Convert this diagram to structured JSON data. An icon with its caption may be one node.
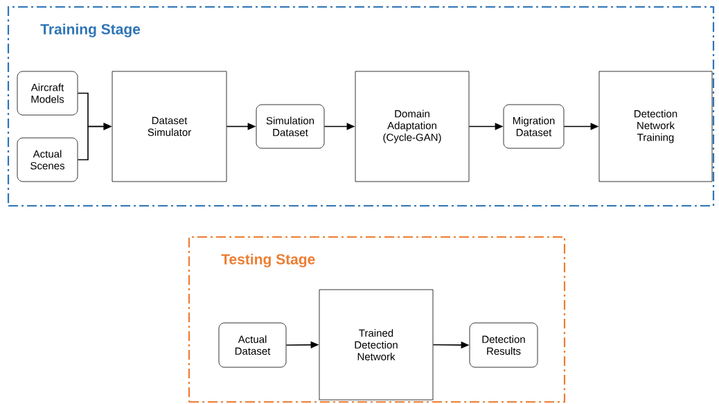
{
  "diagram": {
    "nodes": [
      {
        "text": [
          "Training Stage"
        ]
      },
      {
        "text": [
          "Aircraft Models"
        ],
        "in": 0
      },
      {
        "text": [
          "Actual Scenes"
        ],
        "in": 0
      },
      {
        "text": [
          "Dataset Simulator"
        ],
        "in": 0
      },
      {
        "text": [
          "Simulation Dataset"
        ],
        "in": 0
      },
      {
        "text": [
          "Domain Adaptation (Cycle-GAN)"
        ],
        "in": 0
      },
      {
        "text": [
          "Migration Dataset"
        ],
        "in": 0
      },
      {
        "text": [
          "Detection Network Training"
        ],
        "in": 0
      },
      {
        "text": [
          "Testing Stage"
        ]
      },
      {
        "text": [
          "Actual Dataset"
        ],
        "in": 8
      },
      {
        "text": [
          "Trained Detection Network"
        ],
        "in": 8
      },
      {
        "text": [
          "Detection Results"
        ],
        "in": 8
      }
    ],
    "edges": [
      {
        "from": 1,
        "to": 3,
        "arrow": "to"
      },
      {
        "from": 2,
        "to": 3,
        "arrow": "to"
      },
      {
        "from": 3,
        "to": 4,
        "arrow": "to"
      },
      {
        "from": 4,
        "to": 5,
        "arrow": "to"
      },
      {
        "from": 5,
        "to": 6,
        "arrow": "to"
      },
      {
        "from": 6,
        "to": 7,
        "arrow": "to"
      },
      {
        "from": 9,
        "to": 10,
        "arrow": "to"
      },
      {
        "from": 10,
        "to": 11,
        "arrow": "to"
      }
    ]
  }
}
